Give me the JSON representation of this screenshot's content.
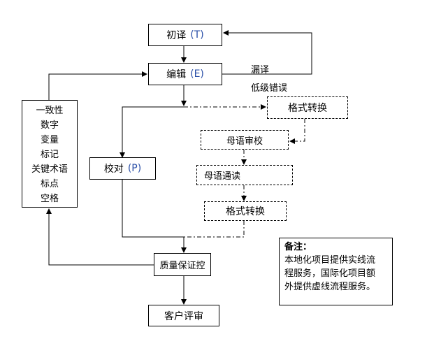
{
  "steps": {
    "translation": {
      "label": "初译",
      "code": "(T)"
    },
    "editing": {
      "label": "编辑",
      "code": "(E)"
    },
    "proofreading": {
      "label": "校对",
      "code": "(P)"
    },
    "format_1": {
      "label": "格式转换"
    },
    "native_review": {
      "label": "母语审校"
    },
    "native_read": {
      "label": "母语通读"
    },
    "format_2": {
      "label": "格式转换"
    },
    "qa": {
      "label": "质量保证控"
    },
    "client_review": {
      "label": "客户评审"
    }
  },
  "loop_labels": {
    "missed": "漏译",
    "low_errors": "低级错误"
  },
  "checklist": [
    "一致性",
    "数字",
    "变量",
    "标记",
    "关键术语",
    "标点",
    "空格"
  ],
  "note": {
    "title": "备注：",
    "lines": [
      "本地化项目提供实线流",
      "程服务，国际化项目额",
      "外提供虚线流程服务。"
    ]
  }
}
